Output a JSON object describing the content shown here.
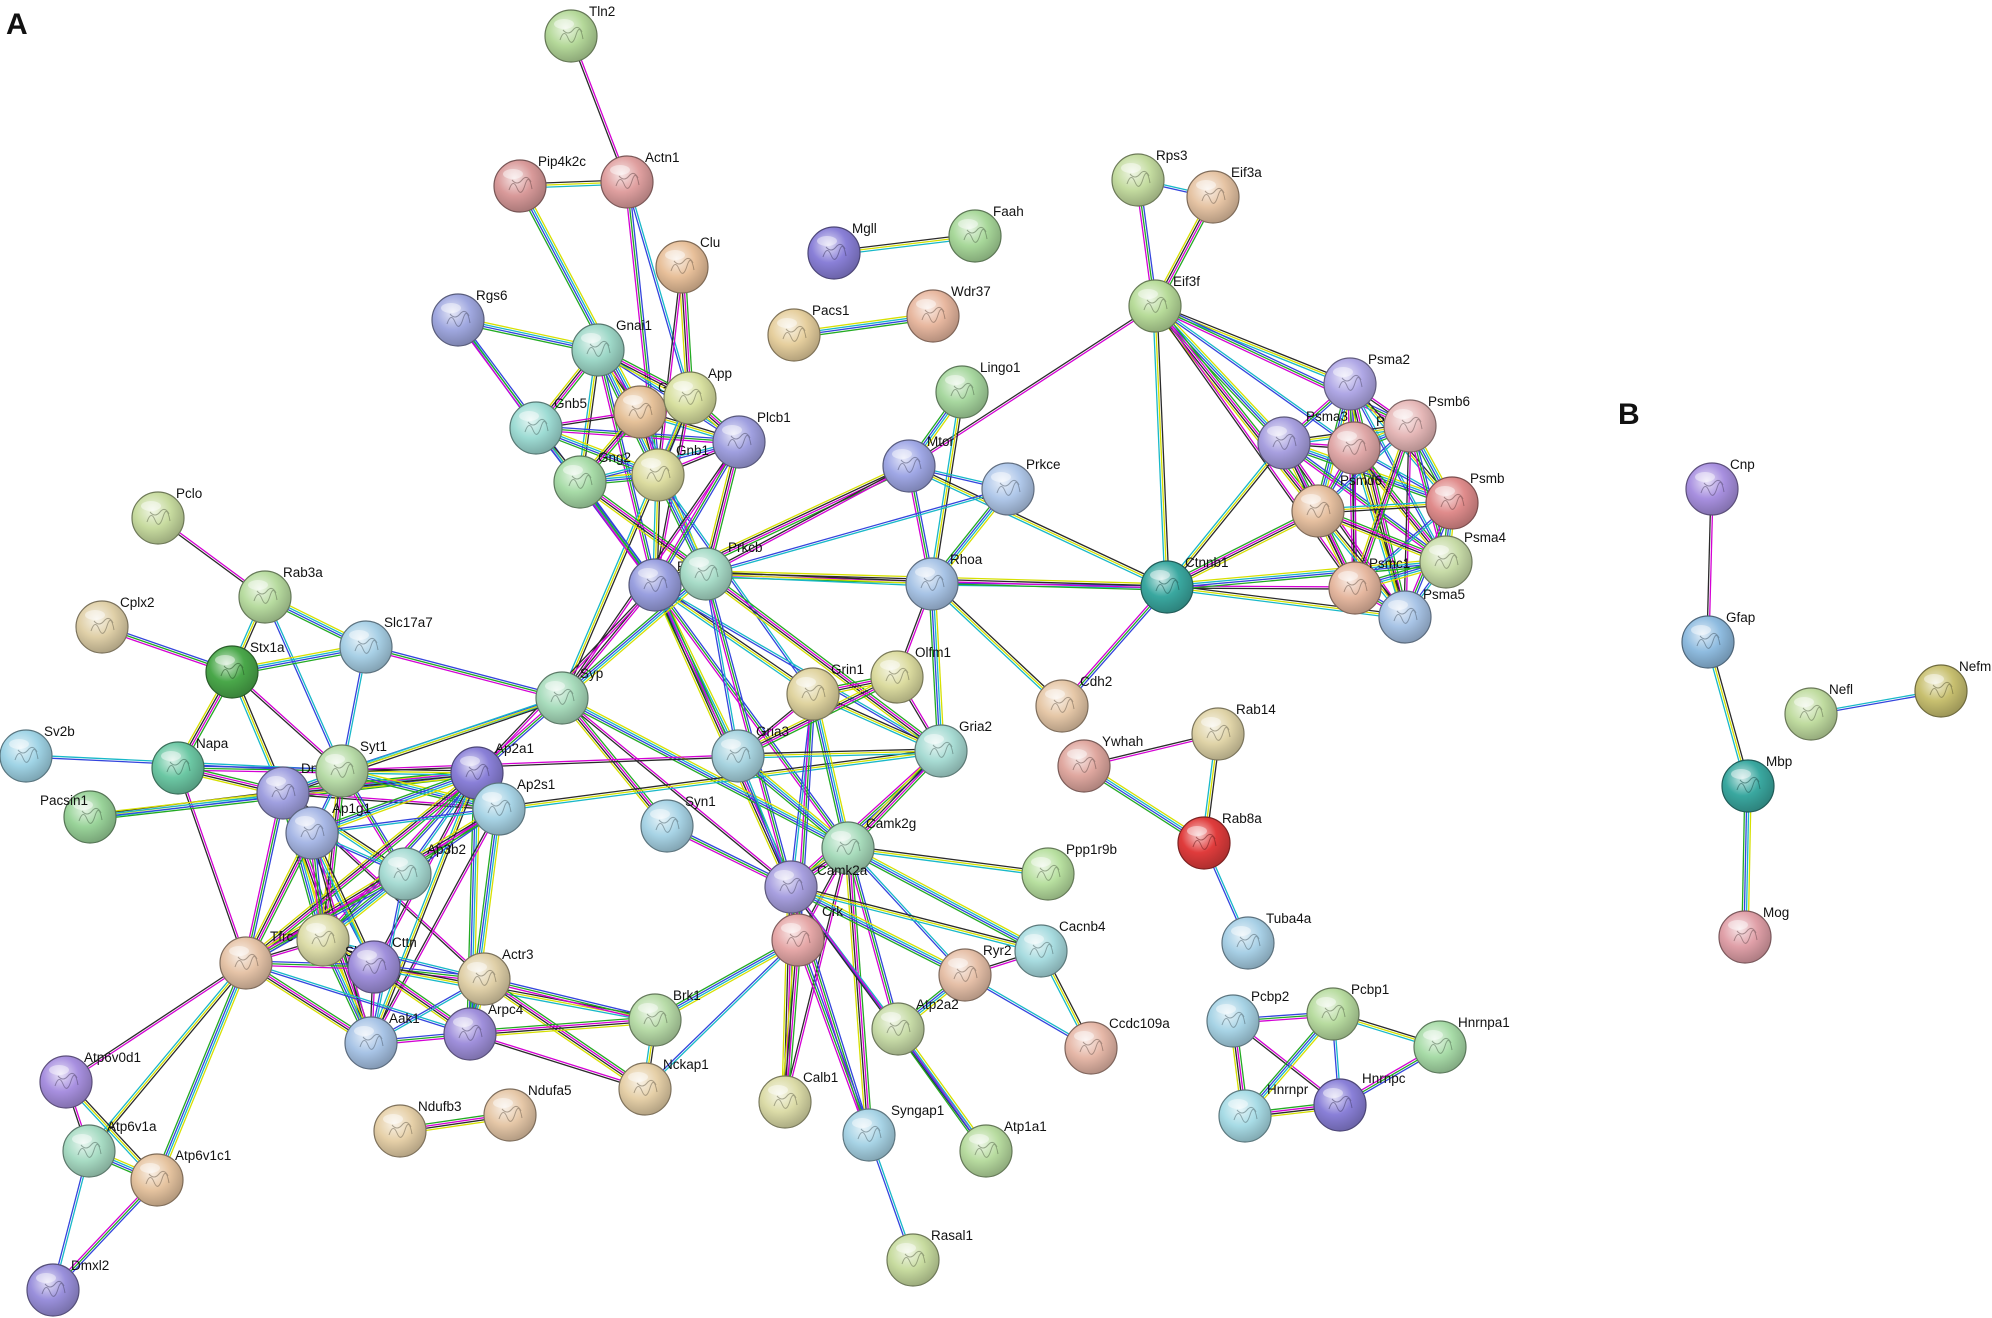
{
  "panels": {
    "a": "A",
    "b": "B"
  },
  "palette": [
    "#8fbcd4",
    "#9fd6a4",
    "#c8dba0",
    "#e6c49e",
    "#d9a3a3",
    "#a8a3dc",
    "#a6d9cc",
    "#d9d79a",
    "#b8c6e6",
    "#f0c8a8"
  ],
  "edge_colors": [
    "#d400d4",
    "#2a2a2a",
    "#d6e000",
    "#18b8c8",
    "#3344dd",
    "#22aa22"
  ],
  "nodes": [
    {
      "id": "Tln2",
      "label": "Tln2",
      "color": "#b5d99a"
    },
    {
      "id": "Pip4k2c",
      "label": "Pip4k2c",
      "color": "#d99a9a"
    },
    {
      "id": "Actn1",
      "label": "Actn1",
      "color": "#e0a0a0"
    },
    {
      "id": "Clu",
      "label": "Clu",
      "color": "#e8c09a"
    },
    {
      "id": "Mgll",
      "label": "Mgll",
      "color": "#8a80d8"
    },
    {
      "id": "Faah",
      "label": "Faah",
      "color": "#a8d89a"
    },
    {
      "id": "Pacs1",
      "label": "Pacs1",
      "color": "#e6cf9e"
    },
    {
      "id": "Wdr37",
      "label": "Wdr37",
      "color": "#e8b8a0"
    },
    {
      "id": "Rps3",
      "label": "Rps3",
      "color": "#c4dca0"
    },
    {
      "id": "Eif3a",
      "label": "Eif3a",
      "color": "#e6c4a4"
    },
    {
      "id": "Eif3f",
      "label": "Eif3f",
      "color": "#b8dc9a"
    },
    {
      "id": "Rgs6",
      "label": "Rgs6",
      "color": "#a0a8e0"
    },
    {
      "id": "Gnai1",
      "label": "Gnai1",
      "color": "#9ed8c8"
    },
    {
      "id": "Gnb5",
      "label": "Gnb5",
      "color": "#9edcd4"
    },
    {
      "id": "Gnb2",
      "label": "Gnb2",
      "color": "#e6c29a"
    },
    {
      "id": "App",
      "label": "App",
      "color": "#d8e0a0"
    },
    {
      "id": "Gng2",
      "label": "Gng2",
      "color": "#a8dca8"
    },
    {
      "id": "Gnb1",
      "label": "Gnb1",
      "color": "#dcdca0"
    },
    {
      "id": "Plcb1",
      "label": "Plcb1",
      "color": "#a0a0e0"
    },
    {
      "id": "Lingo1",
      "label": "Lingo1",
      "color": "#a8d8a0"
    },
    {
      "id": "Mtor",
      "label": "Mtor",
      "color": "#a0a8e6"
    },
    {
      "id": "Prkce",
      "label": "Prkce",
      "color": "#b0c8ea"
    },
    {
      "id": "Psma2",
      "label": "Psma2",
      "color": "#b0a8e6"
    },
    {
      "id": "Psma3",
      "label": "Psma3",
      "color": "#a8a0e0"
    },
    {
      "id": "Psmd3",
      "label": "Psmd3",
      "color": "#e0a8a8"
    },
    {
      "id": "Psmb6",
      "label": "Psmb6",
      "color": "#e6b8b8"
    },
    {
      "id": "Psmb",
      "label": "Psmb",
      "color": "#e08c8c"
    },
    {
      "id": "Psmd6",
      "label": "Psmd6",
      "color": "#e6c0a0"
    },
    {
      "id": "Psma4",
      "label": "Psma4",
      "color": "#c8dca8"
    },
    {
      "id": "Psmc1",
      "label": "Psmc1",
      "color": "#e6b8a0"
    },
    {
      "id": "Psma5",
      "label": "Psma5",
      "color": "#a8c4e6"
    },
    {
      "id": "Ctnnb1",
      "label": "Ctnnb1",
      "color": "#3aa8a0"
    },
    {
      "id": "Pclo",
      "label": "Pclo",
      "color": "#c8dca0"
    },
    {
      "id": "Rab3a",
      "label": "Rab3a",
      "color": "#b8dca0"
    },
    {
      "id": "Cplx2",
      "label": "Cplx2",
      "color": "#e0d0a8"
    },
    {
      "id": "Stx1a",
      "label": "Stx1a",
      "color": "#4aa84a"
    },
    {
      "id": "Slc17a7",
      "label": "Slc17a7",
      "color": "#a8d0e6"
    },
    {
      "id": "Prkcg",
      "label": "Prkcg",
      "color": "#9aa0e0"
    },
    {
      "id": "Prkcb",
      "label": "Prkcb",
      "color": "#a8dcc8"
    },
    {
      "id": "Rhoa",
      "label": "Rhoa",
      "color": "#a8c4e6"
    },
    {
      "id": "Syp",
      "label": "Syp",
      "color": "#a8dcbc"
    },
    {
      "id": "Sv2b",
      "label": "Sv2b",
      "color": "#a0d4e6"
    },
    {
      "id": "Napa",
      "label": "Napa",
      "color": "#6cc8a4"
    },
    {
      "id": "Dnm1",
      "label": "Dnm1",
      "color": "#a0a0e0"
    },
    {
      "id": "Syt1",
      "label": "Syt1",
      "color": "#b8dca8"
    },
    {
      "id": "Ap2a1",
      "label": "Ap2a1",
      "color": "#8a80d8"
    },
    {
      "id": "Ap2s1",
      "label": "Ap2s1",
      "color": "#a8d4e6"
    },
    {
      "id": "Pacsin1",
      "label": "Pacsin1",
      "color": "#9ad49a"
    },
    {
      "id": "Ap1g1",
      "label": "Ap1g1",
      "color": "#a8b8e6"
    },
    {
      "id": "Ap3b2",
      "label": "Ap3b2",
      "color": "#a8dcd4"
    },
    {
      "id": "Grin1",
      "label": "Grin1",
      "color": "#e0d4a0"
    },
    {
      "id": "Olfm1",
      "label": "Olfm1",
      "color": "#dcdca0"
    },
    {
      "id": "Gria3",
      "label": "Gria3",
      "color": "#a8d4e0"
    },
    {
      "id": "Gria2",
      "label": "Gria2",
      "color": "#a8dcd4"
    },
    {
      "id": "Cdh2",
      "label": "Cdh2",
      "color": "#e6c8a8"
    },
    {
      "id": "Rab14",
      "label": "Rab14",
      "color": "#e0d4a8"
    },
    {
      "id": "Ywhah",
      "label": "Ywhah",
      "color": "#e0a8a0"
    },
    {
      "id": "Rab8a",
      "label": "Rab8a",
      "color": "#e03c3c"
    },
    {
      "id": "Syn1",
      "label": "Syn1",
      "color": "#a8d4e6"
    },
    {
      "id": "Camk2g",
      "label": "Camk2g",
      "color": "#a8dcbc"
    },
    {
      "id": "Camk2a",
      "label": "Camk2a",
      "color": "#a8a0e0"
    },
    {
      "id": "Crk",
      "label": "Crk",
      "color": "#e6a8a8"
    },
    {
      "id": "Ppp1r9b",
      "label": "Ppp1r9b",
      "color": "#b8e0a0"
    },
    {
      "id": "Sh3gl2",
      "label": "Sh3gl2",
      "color": "#dcdca8"
    },
    {
      "id": "Tfrc",
      "label": "Tfrc",
      "color": "#e6c4a8"
    },
    {
      "id": "Cttn",
      "label": "Cttn",
      "color": "#a090dc"
    },
    {
      "id": "Actr3",
      "label": "Actr3",
      "color": "#e0d0a8"
    },
    {
      "id": "Cacnb4",
      "label": "Cacnb4",
      "color": "#a8dce0"
    },
    {
      "id": "Ryr2",
      "label": "Ryr2",
      "color": "#e6c0a8"
    },
    {
      "id": "Tuba4a",
      "label": "Tuba4a",
      "color": "#a8d0e6"
    },
    {
      "id": "Aak1",
      "label": "Aak1",
      "color": "#a8c4e6"
    },
    {
      "id": "Arpc4",
      "label": "Arpc4",
      "color": "#a090dc"
    },
    {
      "id": "Brk1",
      "label": "Brk1",
      "color": "#b8dca8"
    },
    {
      "id": "Atp2a2",
      "label": "Atp2a2",
      "color": "#c8dca8"
    },
    {
      "id": "Ccdc109a",
      "label": "Ccdc109a",
      "color": "#e6b8a8"
    },
    {
      "id": "Pcbp2",
      "label": "Pcbp2",
      "color": "#a8d4e6"
    },
    {
      "id": "Pcbp1",
      "label": "Pcbp1",
      "color": "#b8dca0"
    },
    {
      "id": "Hnrnpa1",
      "label": "Hnrnpa1",
      "color": "#a8dca8"
    },
    {
      "id": "Atp6v0d1",
      "label": "Atp6v0d1",
      "color": "#a890e0"
    },
    {
      "id": "Nckap1",
      "label": "Nckap1",
      "color": "#e6d0a8"
    },
    {
      "id": "Calb1",
      "label": "Calb1",
      "color": "#dcdca8"
    },
    {
      "id": "Hnrnpr",
      "label": "Hnrnpr",
      "color": "#a8dce6"
    },
    {
      "id": "Hnrnpc",
      "label": "Hnrnpc",
      "color": "#8a80d8"
    },
    {
      "id": "Ndufb3",
      "label": "Ndufb3",
      "color": "#e6d0a8"
    },
    {
      "id": "Ndufa5",
      "label": "Ndufa5",
      "color": "#e6c8a8"
    },
    {
      "id": "Atp6v1a",
      "label": "Atp6v1a",
      "color": "#a8dcc4"
    },
    {
      "id": "Atp6v1c1",
      "label": "Atp6v1c1",
      "color": "#e6c4a0"
    },
    {
      "id": "Syngap1",
      "label": "Syngap1",
      "color": "#a8d4e6"
    },
    {
      "id": "Atp1a1",
      "label": "Atp1a1",
      "color": "#b8dca0"
    },
    {
      "id": "Rasal1",
      "label": "Rasal1",
      "color": "#c8dca0"
    },
    {
      "id": "Dmxl2",
      "label": "Dmxl2",
      "color": "#9a90dc"
    },
    {
      "id": "Cnp",
      "label": "Cnp",
      "color": "#a890e0"
    },
    {
      "id": "Gfap",
      "label": "Gfap",
      "color": "#8fbce0"
    },
    {
      "id": "Nefl",
      "label": "Nefl",
      "color": "#c0dca0"
    },
    {
      "id": "Nefm",
      "label": "Nefm",
      "color": "#c8c070"
    },
    {
      "id": "Mbp",
      "label": "Mbp",
      "color": "#3aa8a0"
    },
    {
      "id": "Mog",
      "label": "Mog",
      "color": "#e0a0a8"
    }
  ],
  "edges": [
    [
      "Tln2",
      "Actn1"
    ],
    [
      "Pip4k2c",
      "Actn1"
    ],
    [
      "Pip4k2c",
      "Gnb2"
    ],
    [
      "Actn1",
      "App"
    ],
    [
      "Actn1",
      "Gnb1"
    ],
    [
      "Clu",
      "App"
    ],
    [
      "Clu",
      "Gnb1"
    ],
    [
      "Mgll",
      "Faah"
    ],
    [
      "Pacs1",
      "Wdr37"
    ],
    [
      "Rps3",
      "Eif3a"
    ],
    [
      "Rps3",
      "Eif3f"
    ],
    [
      "Eif3a",
      "Eif3f"
    ],
    [
      "Eif3f",
      "Mtor"
    ],
    [
      "Eif3f",
      "Psma2"
    ],
    [
      "Eif3f",
      "Psma3"
    ],
    [
      "Eif3f",
      "Psmd3"
    ],
    [
      "Eif3f",
      "Psmb6"
    ],
    [
      "Eif3f",
      "Psmd6"
    ],
    [
      "Eif3f",
      "Psmc1"
    ],
    [
      "Eif3f",
      "Ctnnb1"
    ],
    [
      "Rgs6",
      "Gnai1"
    ],
    [
      "Rgs6",
      "Gnb5"
    ],
    [
      "Rgs6",
      "Prkcg"
    ],
    [
      "Gnai1",
      "Gnb5"
    ],
    [
      "Gnai1",
      "Gnb2"
    ],
    [
      "Gnai1",
      "Gng2"
    ],
    [
      "Gnai1",
      "Gnb1"
    ],
    [
      "Gnai1",
      "Plcb1"
    ],
    [
      "Gnai1",
      "Prkcg"
    ],
    [
      "Gnai1",
      "App"
    ],
    [
      "Gnb5",
      "Gnb2"
    ],
    [
      "Gnb5",
      "Gng2"
    ],
    [
      "Gnb5",
      "Gnb1"
    ],
    [
      "Gnb5",
      "Prkcg"
    ],
    [
      "Gnb5",
      "Plcb1"
    ],
    [
      "Gnb2",
      "Gng2"
    ],
    [
      "Gnb2",
      "Gnb1"
    ],
    [
      "Gnb2",
      "Plcb1"
    ],
    [
      "Gnb2",
      "App"
    ],
    [
      "Gnb2",
      "Prkcb"
    ],
    [
      "App",
      "Gnb1"
    ],
    [
      "App",
      "Plcb1"
    ],
    [
      "App",
      "Prkcg"
    ],
    [
      "App",
      "Syp"
    ],
    [
      "Gng2",
      "Gnb1"
    ],
    [
      "Gng2",
      "Plcb1"
    ],
    [
      "Gng2",
      "Prkcg"
    ],
    [
      "Gng2",
      "Prkcb"
    ],
    [
      "Gnb1",
      "Plcb1"
    ],
    [
      "Gnb1",
      "Prkcg"
    ],
    [
      "Gnb1",
      "Prkcb"
    ],
    [
      "Gnb1",
      "Grin1"
    ],
    [
      "Plcb1",
      "Prkcg"
    ],
    [
      "Plcb1",
      "Prkcb"
    ],
    [
      "Plcb1",
      "Syp"
    ],
    [
      "Lingo1",
      "Rhoa"
    ],
    [
      "Lingo1",
      "Mtor"
    ],
    [
      "Mtor",
      "Prkce"
    ],
    [
      "Mtor",
      "Rhoa"
    ],
    [
      "Mtor",
      "Prkcg"
    ],
    [
      "Mtor",
      "Prkcb"
    ],
    [
      "Mtor",
      "Ctnnb1"
    ],
    [
      "Prkce",
      "Rhoa"
    ],
    [
      "Prkce",
      "Prkcb"
    ],
    [
      "Psma2",
      "Psma3"
    ],
    [
      "Psma2",
      "Psmd3"
    ],
    [
      "Psma2",
      "Psmb6"
    ],
    [
      "Psma2",
      "Psmb"
    ],
    [
      "Psma2",
      "Psmd6"
    ],
    [
      "Psma2",
      "Psma4"
    ],
    [
      "Psma2",
      "Psmc1"
    ],
    [
      "Psma2",
      "Psma5"
    ],
    [
      "Psma3",
      "Psmd3"
    ],
    [
      "Psma3",
      "Psmb6"
    ],
    [
      "Psma3",
      "Psmb"
    ],
    [
      "Psma3",
      "Psmd6"
    ],
    [
      "Psma3",
      "Psma4"
    ],
    [
      "Psma3",
      "Psmc1"
    ],
    [
      "Psma3",
      "Psma5"
    ],
    [
      "Psma3",
      "Ctnnb1"
    ],
    [
      "Psmd3",
      "Psmb6"
    ],
    [
      "Psmd3",
      "Psmb"
    ],
    [
      "Psmd3",
      "Psmd6"
    ],
    [
      "Psmd3",
      "Psma4"
    ],
    [
      "Psmd3",
      "Psmc1"
    ],
    [
      "Psmd3",
      "Psma5"
    ],
    [
      "Psmb6",
      "Psmb"
    ],
    [
      "Psmb6",
      "Psmd6"
    ],
    [
      "Psmb6",
      "Psma4"
    ],
    [
      "Psmb6",
      "Psmc1"
    ],
    [
      "Psmb6",
      "Psma5"
    ],
    [
      "Psmb",
      "Psmd6"
    ],
    [
      "Psmb",
      "Psma4"
    ],
    [
      "Psmb",
      "Psmc1"
    ],
    [
      "Psmb",
      "Psma5"
    ],
    [
      "Psmd6",
      "Psma4"
    ],
    [
      "Psmd6",
      "Psmc1"
    ],
    [
      "Psmd6",
      "Psma5"
    ],
    [
      "Psma4",
      "Psmc1"
    ],
    [
      "Psma4",
      "Psma5"
    ],
    [
      "Psmc1",
      "Psma5"
    ],
    [
      "Ctnnb1",
      "Psmd6"
    ],
    [
      "Ctnnb1",
      "Psmc1"
    ],
    [
      "Ctnnb1",
      "Psma5"
    ],
    [
      "Ctnnb1",
      "Psma4"
    ],
    [
      "Ctnnb1",
      "Rhoa"
    ],
    [
      "Ctnnb1",
      "Cdh2"
    ],
    [
      "Ctnnb1",
      "Prkcb"
    ],
    [
      "Pclo",
      "Rab3a"
    ],
    [
      "Rab3a",
      "Stx1a"
    ],
    [
      "Rab3a",
      "Slc17a7"
    ],
    [
      "Rab3a",
      "Syt1"
    ],
    [
      "Cplx2",
      "Stx1a"
    ],
    [
      "Stx1a",
      "Napa"
    ],
    [
      "Stx1a",
      "Syt1"
    ],
    [
      "Stx1a",
      "Dnm1"
    ],
    [
      "Stx1a",
      "Slc17a7"
    ],
    [
      "Slc17a7",
      "Syt1"
    ],
    [
      "Slc17a7",
      "Syp"
    ],
    [
      "Prkcg",
      "Prkcb"
    ],
    [
      "Prkcg",
      "Syp"
    ],
    [
      "Prkcg",
      "Grin1"
    ],
    [
      "Prkcg",
      "Gria3"
    ],
    [
      "Prkcg",
      "Gria2"
    ],
    [
      "Prkcg",
      "Camk2g"
    ],
    [
      "Prkcg",
      "Camk2a"
    ],
    [
      "Prkcg",
      "Ap2a1"
    ],
    [
      "Prkcb",
      "Rhoa"
    ],
    [
      "Prkcb",
      "Syp"
    ],
    [
      "Prkcb",
      "Gria3"
    ],
    [
      "Prkcb",
      "Camk2a"
    ],
    [
      "Prkcb",
      "Gria2"
    ],
    [
      "Rhoa",
      "Olfm1"
    ],
    [
      "Rhoa",
      "Cdh2"
    ],
    [
      "Rhoa",
      "Gria2"
    ],
    [
      "Syp",
      "Syt1"
    ],
    [
      "Syp",
      "Ap2a1"
    ],
    [
      "Syp",
      "Syn1"
    ],
    [
      "Syp",
      "Camk2a"
    ],
    [
      "Syp",
      "Dnm1"
    ],
    [
      "Syp",
      "Camk2g"
    ],
    [
      "Sv2b",
      "Syt1"
    ],
    [
      "Napa",
      "Syt1"
    ],
    [
      "Napa",
      "Dnm1"
    ],
    [
      "Napa",
      "Tfrc"
    ],
    [
      "Pacsin1",
      "Dnm1"
    ],
    [
      "Pacsin1",
      "Ap2a1"
    ],
    [
      "Dnm1",
      "Syt1"
    ],
    [
      "Dnm1",
      "Ap1g1"
    ],
    [
      "Dnm1",
      "Ap2a1"
    ],
    [
      "Dnm1",
      "Ap2s1"
    ],
    [
      "Dnm1",
      "Ap3b2"
    ],
    [
      "Dnm1",
      "Sh3gl2"
    ],
    [
      "Dnm1",
      "Cttn"
    ],
    [
      "Dnm1",
      "Tfrc"
    ],
    [
      "Dnm1",
      "Aak1"
    ],
    [
      "Dnm1",
      "Actr3"
    ],
    [
      "Syt1",
      "Ap2a1"
    ],
    [
      "Syt1",
      "Ap2s1"
    ],
    [
      "Syt1",
      "Ap1g1"
    ],
    [
      "Syt1",
      "Ap3b2"
    ],
    [
      "Syt1",
      "Sh3gl2"
    ],
    [
      "Syt1",
      "Gria3"
    ],
    [
      "Ap2a1",
      "Ap2s1"
    ],
    [
      "Ap2a1",
      "Ap1g1"
    ],
    [
      "Ap2a1",
      "Ap3b2"
    ],
    [
      "Ap2a1",
      "Sh3gl2"
    ],
    [
      "Ap2a1",
      "Tfrc"
    ],
    [
      "Ap2a1",
      "Cttn"
    ],
    [
      "Ap2a1",
      "Aak1"
    ],
    [
      "Ap2a1",
      "Arpc4"
    ],
    [
      "Ap2s1",
      "Ap1g1"
    ],
    [
      "Ap2s1",
      "Ap3b2"
    ],
    [
      "Ap2s1",
      "Tfrc"
    ],
    [
      "Ap2s1",
      "Aak1"
    ],
    [
      "Ap2s1",
      "Gria2"
    ],
    [
      "Ap2s1",
      "Arpc4"
    ],
    [
      "Ap1g1",
      "Ap3b2"
    ],
    [
      "Ap1g1",
      "Sh3gl2"
    ],
    [
      "Ap1g1",
      "Tfrc"
    ],
    [
      "Ap1g1",
      "Aak1"
    ],
    [
      "Ap1g1",
      "Cttn"
    ],
    [
      "Ap3b2",
      "Sh3gl2"
    ],
    [
      "Ap3b2",
      "Aak1"
    ],
    [
      "Ap3b2",
      "Tfrc"
    ],
    [
      "Grin1",
      "Olfm1"
    ],
    [
      "Grin1",
      "Gria3"
    ],
    [
      "Grin1",
      "Gria2"
    ],
    [
      "Grin1",
      "Camk2g"
    ],
    [
      "Grin1",
      "Camk2a"
    ],
    [
      "Grin1",
      "Crk"
    ],
    [
      "Olfm1",
      "Gria3"
    ],
    [
      "Olfm1",
      "Gria2"
    ],
    [
      "Gria3",
      "Gria2"
    ],
    [
      "Gria3",
      "Camk2g"
    ],
    [
      "Gria3",
      "Camk2a"
    ],
    [
      "Gria2",
      "Camk2a"
    ],
    [
      "Gria2",
      "Camk2g"
    ],
    [
      "Rab14",
      "Ywhah"
    ],
    [
      "Rab14",
      "Rab8a"
    ],
    [
      "Ywhah",
      "Rab8a"
    ],
    [
      "Rab8a",
      "Tuba4a"
    ],
    [
      "Syn1",
      "Camk2a"
    ],
    [
      "Camk2g",
      "Camk2a"
    ],
    [
      "Camk2g",
      "Crk"
    ],
    [
      "Camk2g",
      "Ppp1r9b"
    ],
    [
      "Camk2g",
      "Cacnb4"
    ],
    [
      "Camk2g",
      "Ryr2"
    ],
    [
      "Camk2g",
      "Atp2a2"
    ],
    [
      "Camk2g",
      "Syngap1"
    ],
    [
      "Camk2g",
      "Calb1"
    ],
    [
      "Camk2a",
      "Crk"
    ],
    [
      "Camk2a",
      "Ryr2"
    ],
    [
      "Camk2a",
      "Atp2a2"
    ],
    [
      "Camk2a",
      "Syngap1"
    ],
    [
      "Camk2a",
      "Calb1"
    ],
    [
      "Camk2a",
      "Atp1a1"
    ],
    [
      "Camk2a",
      "Cacnb4"
    ],
    [
      "Crk",
      "Brk1"
    ],
    [
      "Crk",
      "Nckap1"
    ],
    [
      "Crk",
      "Syngap1"
    ],
    [
      "Crk",
      "Calb1"
    ],
    [
      "Sh3gl2",
      "Tfrc"
    ],
    [
      "Sh3gl2",
      "Cttn"
    ],
    [
      "Sh3gl2",
      "Aak1"
    ],
    [
      "Sh3gl2",
      "Actr3"
    ],
    [
      "Tfrc",
      "Cttn"
    ],
    [
      "Tfrc",
      "Aak1"
    ],
    [
      "Tfrc",
      "Atp6v0d1"
    ],
    [
      "Tfrc",
      "Atp6v1a"
    ],
    [
      "Tfrc",
      "Atp6v1c1"
    ],
    [
      "Tfrc",
      "Arpc4"
    ],
    [
      "Cttn",
      "Actr3"
    ],
    [
      "Cttn",
      "Arpc4"
    ],
    [
      "Cttn",
      "Aak1"
    ],
    [
      "Cttn",
      "Brk1"
    ],
    [
      "Actr3",
      "Arpc4"
    ],
    [
      "Actr3",
      "Aak1"
    ],
    [
      "Actr3",
      "Brk1"
    ],
    [
      "Actr3",
      "Nckap1"
    ],
    [
      "Cacnb4",
      "Ryr2"
    ],
    [
      "Cacnb4",
      "Ccdc109a"
    ],
    [
      "Ryr2",
      "Atp2a2"
    ],
    [
      "Ryr2",
      "Ccdc109a"
    ],
    [
      "Aak1",
      "Arpc4"
    ],
    [
      "Arpc4",
      "Brk1"
    ],
    [
      "Arpc4",
      "Nckap1"
    ],
    [
      "Brk1",
      "Nckap1"
    ],
    [
      "Atp2a2",
      "Atp1a1"
    ],
    [
      "Syngap1",
      "Rasal1"
    ],
    [
      "Pcbp2",
      "Pcbp1"
    ],
    [
      "Pcbp2",
      "Hnrnpr"
    ],
    [
      "Pcbp2",
      "Hnrnpc"
    ],
    [
      "Pcbp1",
      "Hnrnpa1"
    ],
    [
      "Pcbp1",
      "Hnrnpr"
    ],
    [
      "Pcbp1",
      "Hnrnpc"
    ],
    [
      "Hnrnpa1",
      "Hnrnpc"
    ],
    [
      "Hnrnpr",
      "Hnrnpc"
    ],
    [
      "Atp6v0d1",
      "Atp6v1a"
    ],
    [
      "Atp6v0d1",
      "Atp6v1c1"
    ],
    [
      "Atp6v1a",
      "Atp6v1c1"
    ],
    [
      "Atp6v1a",
      "Dmxl2"
    ],
    [
      "Atp6v1c1",
      "Dmxl2"
    ],
    [
      "Ndufb3",
      "Ndufa5"
    ],
    [
      "Cnp",
      "Gfap"
    ],
    [
      "Gfap",
      "Mbp"
    ],
    [
      "Mbp",
      "Mog"
    ],
    [
      "Nefl",
      "Nefm"
    ]
  ]
}
